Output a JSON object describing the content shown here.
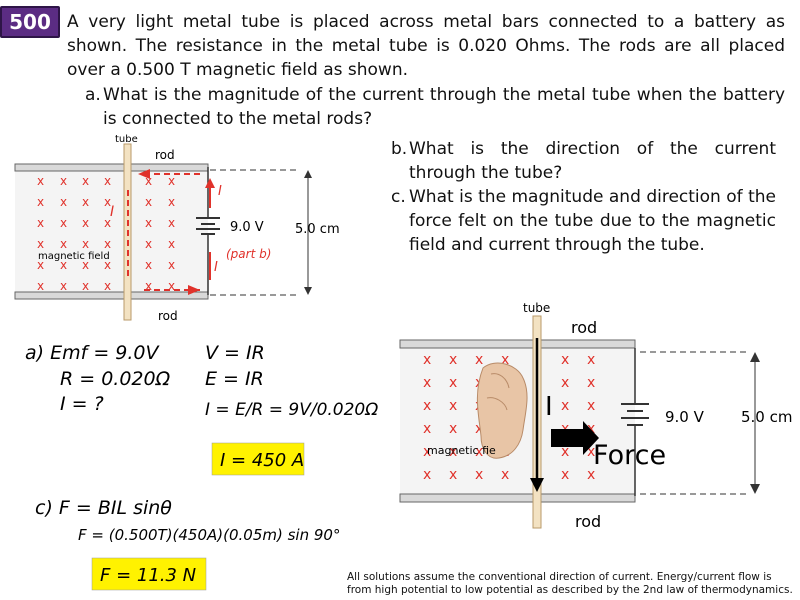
{
  "badge": "500",
  "problem": {
    "text": "A very light metal tube is placed across metal bars connected to a battery as shown. The resistance in the metal tube is 0.020 Ohms. The rods are all placed over a 0.500 T magnetic field as shown.",
    "questions": [
      {
        "letter": "a.",
        "text": "What is the magnitude of the current through the metal tube when the battery is connected to the metal rods?"
      },
      {
        "letter": "b.",
        "text": "What is the direction of the current through the tube?"
      },
      {
        "letter": "c.",
        "text": "What is the magnitude and direction of the force felt on the tube due to the magnetic field and current through the tube."
      }
    ]
  },
  "diagram1": {
    "tube": "tube",
    "rod_top": "rod",
    "rod_bottom": "rod",
    "voltage": "9.0 V",
    "distance": "5.0 cm",
    "field": "magnetic field",
    "field_mark": "x",
    "current_mark": "I",
    "part_note": "(part b)"
  },
  "diagram2": {
    "tube": "tube",
    "rod_top": "rod",
    "rod_bottom": "rod",
    "voltage": "9.0 V",
    "distance": "5.0 cm",
    "field": "magnetic fie",
    "current_mark": "I",
    "force": "Force"
  },
  "work_a": {
    "lines": [
      "a)  Emf = 9.0V",
      "R = 0.020Ω",
      "I = ?"
    ],
    "eq": [
      "V = IR",
      "E = IR",
      "I = E/R = 9V/0.020Ω"
    ],
    "answer": "I = 450 A"
  },
  "work_c": {
    "line1": "c)   F = BIL sinθ",
    "line2": "F = (0.500T)(450A)(0.05m) sin 90°",
    "answer": "F = 11.3 N"
  },
  "footnote": "All solutions assume the conventional direction of current. Energy/current flow is from high potential to low potential as described by the 2nd law of thermodynamics.",
  "colors": {
    "badge": "#5b2c83",
    "annotation": "#e0322b",
    "highlight": "#fff200",
    "tube": "#f3e2c2"
  }
}
